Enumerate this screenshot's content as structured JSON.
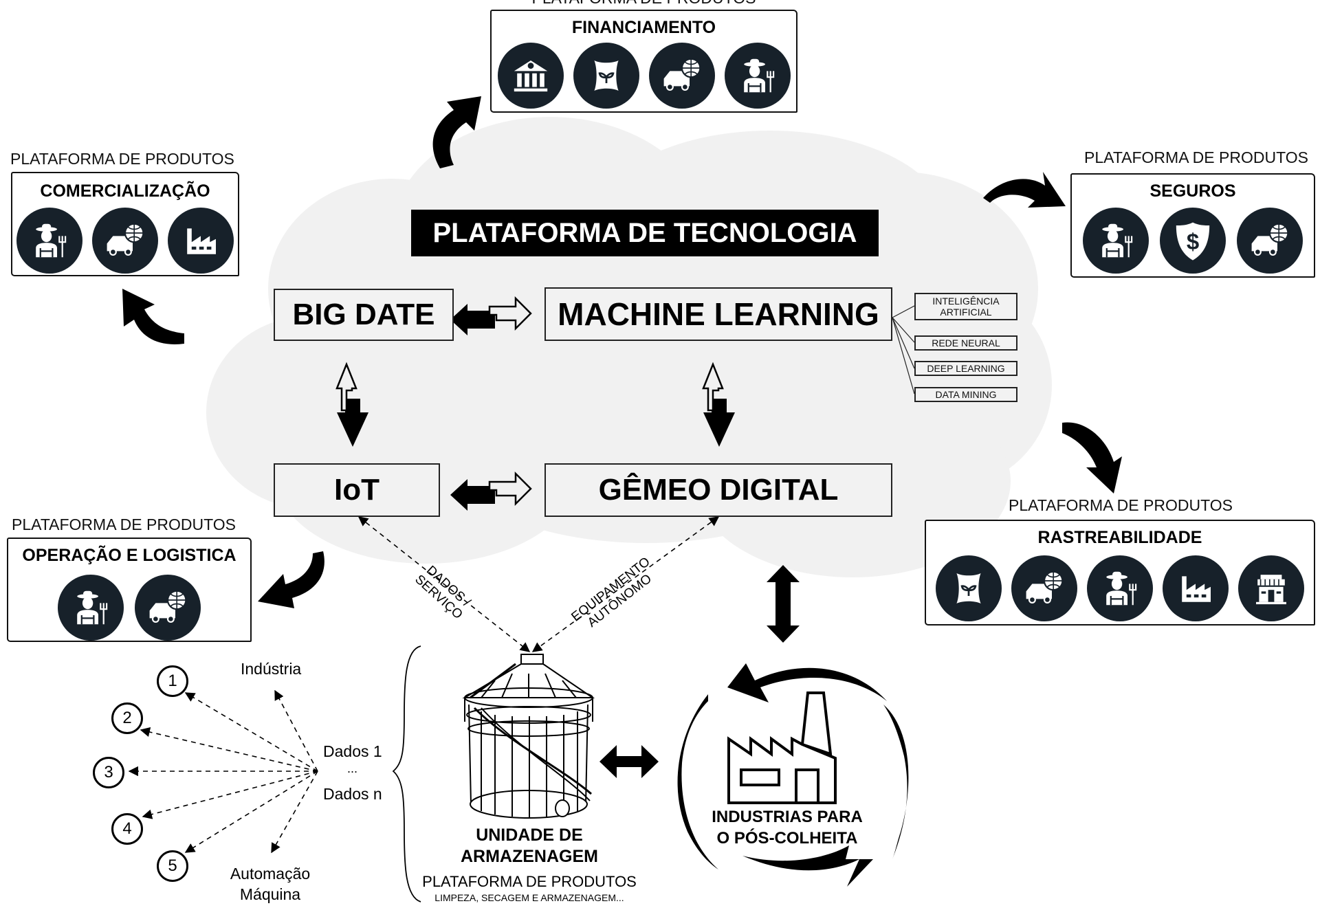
{
  "diagram": {
    "title": "PLATAFORMA DE TECNOLOGIA",
    "cloud_color": "#f1f1f1",
    "icon_circle_color": "#17212a",
    "tech_nodes": {
      "big_data": "BIG DATE",
      "machine_learning": "MACHINE LEARNING",
      "iot": "IoT",
      "digital_twin": "GÊMEO DIGITAL"
    },
    "ml_subtopics": [
      "INTELIGÊNCIA ARTIFICIAL",
      "REDE NEURAL",
      "DEEP LEARNING",
      "DATA MINING"
    ],
    "product_platforms": {
      "top_label_partial": "PLATAFORMA DE PRODUTOS",
      "financiamento": {
        "label": "PLATAFORMA DE PRODUTOS",
        "title": "FINANCIAMENTO",
        "icons": [
          "bank-icon",
          "seed-bag-icon",
          "delivery-truck-globe-icon",
          "farmer-icon"
        ]
      },
      "comercializacao": {
        "label": "PLATAFORMA DE PRODUTOS",
        "title": "COMERCIALIZAÇÃO",
        "icons": [
          "farmer-icon",
          "delivery-truck-globe-icon",
          "factory-icon"
        ]
      },
      "seguros": {
        "label": "PLATAFORMA DE PRODUTOS",
        "title": "SEGUROS",
        "icons": [
          "farmer-icon",
          "shield-dollar-icon",
          "delivery-truck-globe-icon"
        ]
      },
      "rastreabilidade": {
        "label": "PLATAFORMA DE PRODUTOS",
        "title": "RASTREABILIDADE",
        "icons": [
          "seed-bag-icon",
          "delivery-truck-globe-icon",
          "farmer-icon",
          "factory-icon",
          "store-icon"
        ]
      },
      "operacao": {
        "label": "PLATAFORMA DE PRODUTOS",
        "title": "OPERAÇÃO E LOGISTICA",
        "icons": [
          "farmer-icon",
          "delivery-truck-globe-icon"
        ]
      }
    },
    "connections": {
      "dados_servico": "DADOS / SERVIÇO",
      "equipamento_autonomo_line1": "EQUIPAMENTO",
      "equipamento_autonomo_line2": "AUTÔNOMO",
      "dados_servico_line1": "DADOS /",
      "dados_servico_line2": "SERVIÇO"
    },
    "data_fan": {
      "source_line1": "Dados 1",
      "source_ellipsis": "...",
      "source_line2": "Dados n",
      "top_target": "Indústria",
      "bottom_target_line1": "Automação",
      "bottom_target_line2": "Máquina",
      "numbered_targets": [
        "1",
        "2",
        "3",
        "4",
        "5"
      ]
    },
    "storage": {
      "title_line1": "UNIDADE DE",
      "title_line2": "ARMAZENAGEM",
      "platform_label": "PLATAFORMA DE PRODUTOS",
      "platform_sub": "LIMPEZA, SECAGEM E ARMAZENAGEM..."
    },
    "industry": {
      "title_line1": "INDUSTRIAS PARA",
      "title_line2": "O PÓS-COLHEITA"
    }
  }
}
